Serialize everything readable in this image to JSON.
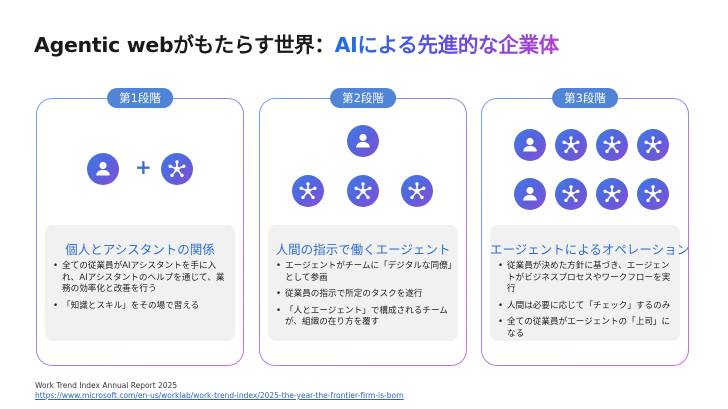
{
  "title": {
    "part1": "Agentic webがもたらす世界：",
    "part2": "AIによる先進的な企業体"
  },
  "stages": [
    {
      "tag": "第1段階",
      "heading": "個人とアシスタントの関係",
      "bullets": [
        "全ての従業員がAIアシスタントを手に入れ、AIアシスタントのヘルプを通じて、業務の効率化と改善を行う",
        "「知識とスキル」をその場で習える"
      ]
    },
    {
      "tag": "第2段階",
      "heading": "人間の指示で働くエージェント",
      "bullets": [
        "エージェントがチームに「デジタルな同僚」として参画",
        "従業員の指示で所定のタスクを遂行",
        "「人とエージェント」で構成されるチームが、組織の在り方を覆す"
      ]
    },
    {
      "tag": "第3段階",
      "heading": "エージェントによるオペレーション",
      "bullets": [
        "従業員が決めた方針に基づき、エージェントがビジネスプロセスやワークフローを実行",
        "人間は必要に応じて「チェック」するのみ",
        "全ての従業員がエージェントの「上司」になる"
      ]
    }
  ],
  "icons": {
    "person": "person-icon",
    "agent": "agent-network-icon",
    "plus": "+"
  },
  "footer": {
    "source": "Work Trend Index Annual Report 2025",
    "url": "https://www.microsoft.com/en-us/worklab/work-trend-index/2025-the-year-the-frontier-firm-is-born"
  },
  "colors": {
    "accent_blue": "#2f6fd2",
    "tag_bg": "#4f84d6",
    "gradient_start": "#1e6fe0",
    "gradient_end": "#b33fd0"
  }
}
